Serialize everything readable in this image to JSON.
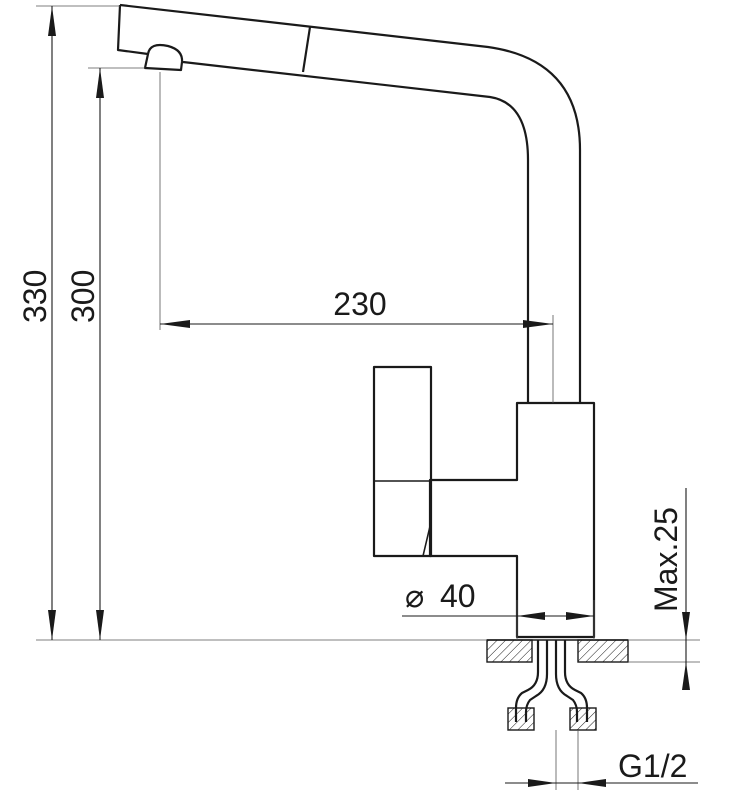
{
  "dimensions": {
    "total_height": "330",
    "spout_height": "300",
    "reach": "230",
    "base_diameter_symbol": "⌀",
    "base_diameter": "40",
    "max_countertop": "Max.25",
    "thread": "G1/2"
  }
}
